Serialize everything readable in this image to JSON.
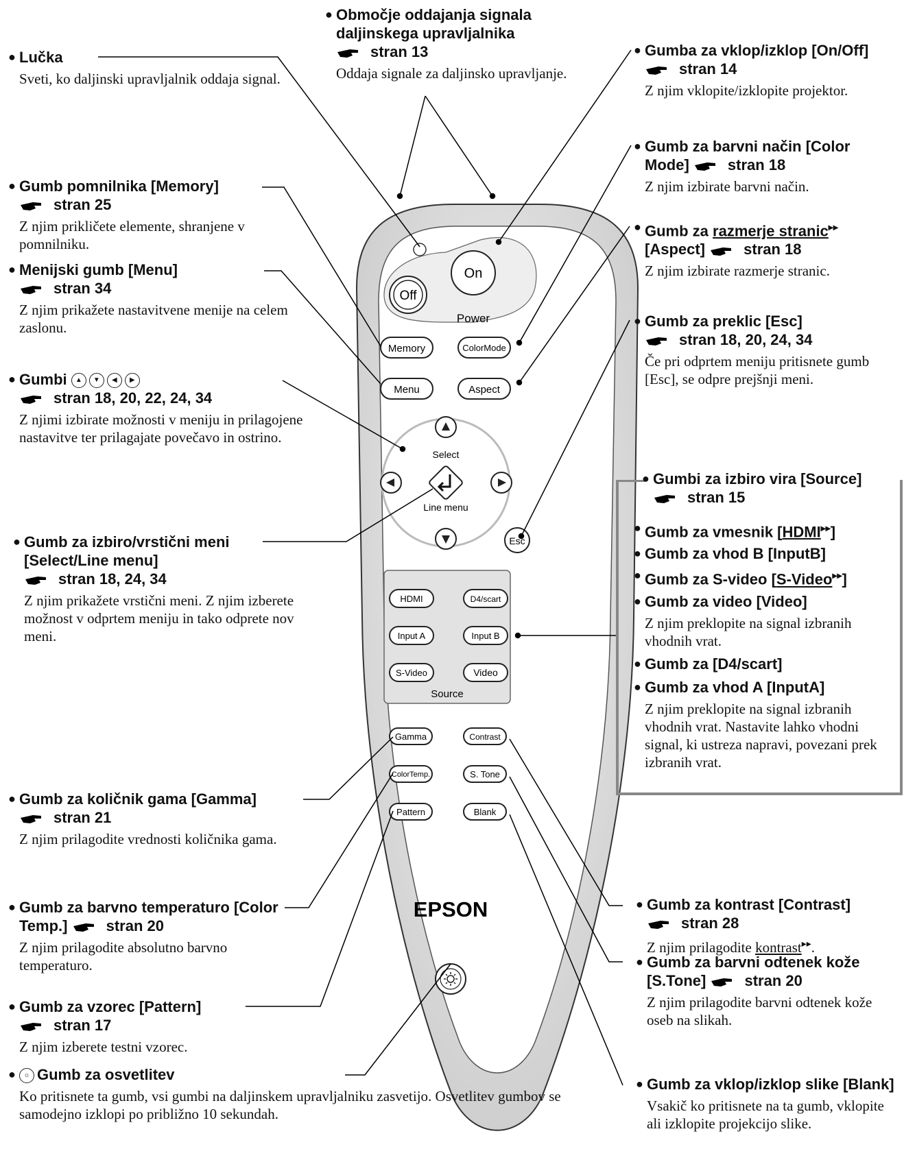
{
  "remote": {
    "power_on": "On",
    "power_off": "Off",
    "power_label": "Power",
    "memory": "Memory",
    "color_mode": "ColorMode",
    "menu": "Menu",
    "aspect": "Aspect",
    "select_label": "Select",
    "line_menu_label": "Line menu",
    "esc": "Esc",
    "hdmi": "HDMI",
    "d4scart": "D4/scart",
    "input_a": "Input A",
    "input_b": "Input B",
    "svideo": "S-Video",
    "video": "Video",
    "source_label": "Source",
    "gamma": "Gamma",
    "contrast": "Contrast",
    "color_temp": "ColorTemp.",
    "s_tone": "S. Tone",
    "pattern": "Pattern",
    "blank": "Blank",
    "brand": "EPSON"
  },
  "callouts": {
    "signal_area": {
      "title": "Območje oddajanja signala daljinskega upravljalnika",
      "ref": "stran 13",
      "desc": "Oddaja signale za daljinsko upravljanje."
    },
    "lamp": {
      "title": "Lučka",
      "desc": "Sveti, ko daljinski upravljalnik oddaja signal."
    },
    "memory": {
      "title": "Gumb pomnilnika [Memory]",
      "ref": "stran 25",
      "desc": "Z njim prikličete elemente, shranjene v  pomnilniku."
    },
    "menu": {
      "title": "Menijski gumb [Menu]",
      "ref": "stran 34",
      "desc": "Z njim prikažete nastavitvene menije na celem zaslonu."
    },
    "arrows": {
      "title": "Gumbi",
      "ref": "stran 18, 20, 22, 24, 34",
      "desc": "Z njimi izbirate možnosti v meniju in prilagojene nastavitve ter prilagajate povečavo in ostrino."
    },
    "select": {
      "title": "Gumb za izbiro/vrstični meni [Select/Line menu]",
      "ref": "stran 18, 24, 34",
      "desc": "Z njim prikažete vrstični meni. Z njim izberete možnost v odprtem meniju in tako odprete nov meni."
    },
    "gamma": {
      "title": "Gumb za količnik gama [Gamma]",
      "ref": "stran 21",
      "desc": "Z njim prilagodite vrednosti količnika gama."
    },
    "color_temp": {
      "title": "Gumb za barvno temperaturo [Color  Temp.]",
      "ref": "stran 20",
      "desc": "Z njim prilagodite absolutno barvno temperaturo."
    },
    "pattern": {
      "title": "Gumb za vzorec [Pattern]",
      "ref": "stran 17",
      "desc": "Z njim izberete testni vzorec."
    },
    "light": {
      "title": "Gumb za osvetlitev",
      "desc": "Ko pritisnete ta gumb, vsi gumbi na daljinskem upravljalniku zasvetijo. Osvetlitev gumbov se samodejno izklopi po približno 10 sekundah."
    },
    "power": {
      "title": "Gumba za vklop/izklop [On/Off]",
      "ref": "stran 14",
      "desc": "Z njim vklopite/izklopite projektor."
    },
    "color_mode": {
      "title": "Gumb za barvni način [Color Mode]",
      "ref": "stran 18",
      "desc": "Z njim izbirate barvni način."
    },
    "aspect": {
      "title_pre": "Gumb za",
      "title_link": "razmerje stranic",
      "title_post": "[Aspect]",
      "ref": "stran 18",
      "desc": "Z njim izbirate razmerje stranic."
    },
    "esc": {
      "title": "Gumb za preklic [Esc]",
      "ref": "stran 18, 20, 24, 34",
      "desc": "Če pri odprtem meniju pritisnete gumb [Esc], se odpre prejšnji meni."
    },
    "source": {
      "title": "Gumbi za izbiro vira [Source]",
      "ref": "stran 15",
      "hdmi_pre": "Gumb za vmesnik [",
      "hdmi_link": "HDMI",
      "hdmi_post": "]",
      "inputb": "Gumb za vhod B [InputB]",
      "svideo_pre": "Gumb za S-video [",
      "svideo_link": "S-Video",
      "svideo_post": "]",
      "video": "Gumb za video [Video]",
      "desc1": "Z njim preklopite na signal izbranih vhodnih vrat.",
      "d4": "Gumb za [D4/scart]",
      "inputa": "Gumb za vhod A [InputA]",
      "desc2": "Z njim preklopite na signal izbranih vhodnih vrat. Nastavite lahko vhodni signal, ki ustreza napravi, povezani prek izbranih vrat."
    },
    "contrast": {
      "title": "Gumb za kontrast [Contrast]",
      "ref": "stran 28",
      "desc_pre": "Z njim prilagodite",
      "desc_link": "kontrast",
      "desc_post": "."
    },
    "s_tone": {
      "title": "Gumb za barvni odtenek kože [S.Tone]",
      "ref": "stran 20",
      "desc": "Z njim prilagodite barvni odtenek kože oseb na slikah."
    },
    "blank": {
      "title": "Gumb za vklop/izklop slike [Blank]",
      "desc": "Vsakič ko pritisnete na ta gumb, vklopite ali izklopite projekcijo slike."
    }
  }
}
